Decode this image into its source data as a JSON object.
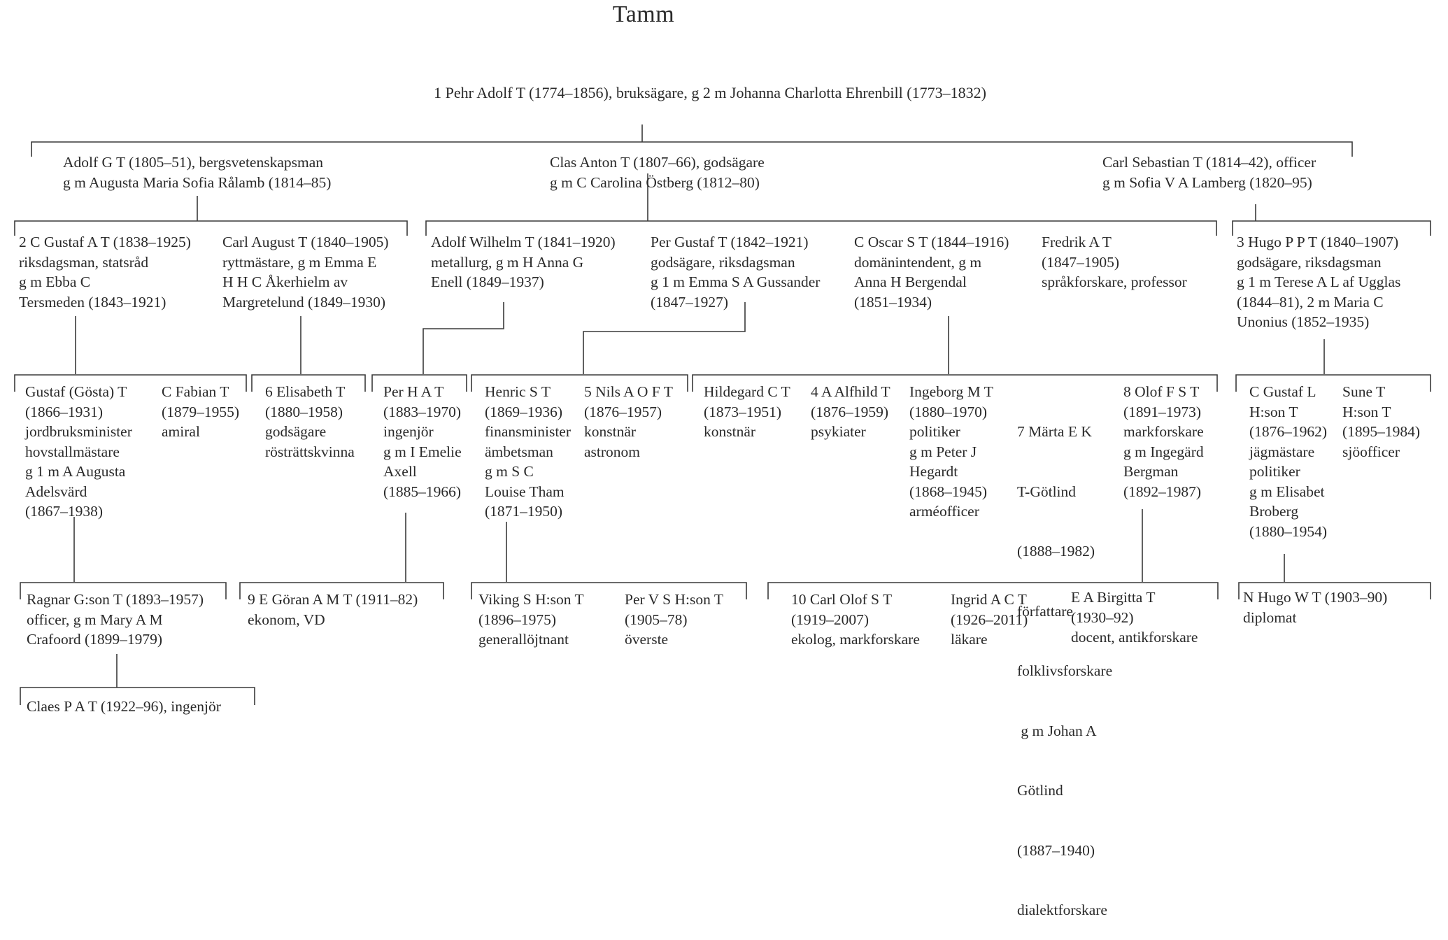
{
  "title": "Tamm",
  "root": "1 Pehr Adolf T (1774–1856), bruksägare, g 2 m Johanna Charlotta Ehrenbill (1773–1832)",
  "gen1": [
    {
      "id": "adolf-g",
      "lines": [
        "Adolf G T (1805–51), bergsvetenskapsman",
        "g m Augusta Maria Sofia Rålamb (1814–85)"
      ]
    },
    {
      "id": "clas-anton",
      "lines": [
        "Clas Anton T (1807–66), godsägare",
        "g m C Carolina Östberg (1812–80)"
      ]
    },
    {
      "id": "carl-sebastian",
      "lines": [
        "Carl Sebastian T (1814–42), officer",
        "g m Sofia V A Lamberg (1820–95)"
      ]
    }
  ],
  "gen2": [
    {
      "id": "c-gustaf-a",
      "lines": [
        "2 C Gustaf A T (1838–1925)",
        "riksdagsman, statsråd",
        "g m Ebba C",
        "Tersmeden (1843–1921)"
      ]
    },
    {
      "id": "carl-august",
      "lines": [
        "Carl August T (1840–1905)",
        "ryttmästare, g m Emma E",
        "H H C Åkerhielm av",
        "Margretelund (1849–1930)"
      ]
    },
    {
      "id": "adolf-wilhelm",
      "lines": [
        "Adolf Wilhelm T (1841–1920)",
        "metallurg, g m H Anna G",
        "Enell (1849–1937)"
      ]
    },
    {
      "id": "per-gustaf",
      "lines": [
        "Per Gustaf T (1842–1921)",
        "godsägare, riksdagsman",
        "g 1 m Emma S A Gussander",
        "(1847–1927)"
      ]
    },
    {
      "id": "c-oscar-s",
      "lines": [
        "C Oscar S T (1844–1916)",
        "domänintendent, g m",
        "Anna H Bergendal",
        "(1851–1934)"
      ]
    },
    {
      "id": "fredrik-a",
      "lines": [
        "Fredrik A T",
        "(1847–1905)",
        "språkforskare, professor"
      ]
    },
    {
      "id": "hugo-p-p",
      "lines": [
        "3 Hugo P P T (1840–1907)",
        "godsägare, riksdagsman",
        "g 1 m Terese A L af Ugglas",
        "(1844–81), 2 m Maria C",
        "Unonius (1852–1935)"
      ]
    }
  ],
  "gen3": [
    {
      "id": "gustaf-gosta",
      "lines": [
        "Gustaf (Gösta) T",
        "(1866–1931)",
        "jordbruksminister",
        "hovstallmästare",
        "g 1 m A Augusta",
        "Adelsvärd",
        "(1867–1938)"
      ]
    },
    {
      "id": "c-fabian",
      "lines": [
        "C Fabian T",
        "(1879–1955)",
        "amiral"
      ]
    },
    {
      "id": "elisabeth",
      "lines": [
        "6 Elisabeth T",
        "(1880–1958)",
        "godsägare",
        "rösträttskvinna"
      ]
    },
    {
      "id": "per-h-a",
      "lines": [
        "Per H A T",
        "(1883–1970)",
        "ingenjör",
        "g m I Emelie",
        "Axell",
        "(1885–1966)"
      ]
    },
    {
      "id": "henric-s",
      "lines": [
        "Henric S T",
        "(1869–1936)",
        "finansminister",
        "ämbetsman",
        "g m S C",
        "Louise Tham",
        "(1871–1950)"
      ]
    },
    {
      "id": "nils-a-o-f",
      "lines": [
        "5 Nils A O F T",
        "(1876–1957)",
        "konstnär",
        "astronom"
      ]
    },
    {
      "id": "hildegard-c",
      "lines": [
        "Hildegard C T",
        "(1873–1951)",
        "konstnär"
      ]
    },
    {
      "id": "alfhild",
      "lines": [
        "4 A Alfhild T",
        "(1876–1959)",
        "psykiater"
      ]
    },
    {
      "id": "ingeborg-m",
      "lines": [
        "Ingeborg M T",
        "(1880–1970)",
        "politiker",
        "g m Peter J",
        "Hegardt",
        "(1868–1945)",
        "arméofficer"
      ]
    },
    {
      "id": "marta-e-k",
      "lines": [
        "7 Märta E K",
        "T-Götlind",
        "(1888–1982)",
        "författare",
        "folklivsforskare",
        " g m Johan A",
        "Götlind",
        "(1887–1940)",
        "dialektforskare"
      ]
    },
    {
      "id": "olof-f-s",
      "lines": [
        "8 Olof F S T",
        "(1891–1973)",
        "markforskare",
        "g m Ingegärd",
        "Bergman",
        "(1892–1987)"
      ]
    },
    {
      "id": "c-gustaf-l",
      "lines": [
        "C Gustaf L",
        "H:son T",
        "(1876–1962)",
        "jägmästare",
        "politiker",
        "g m Elisabet",
        "Broberg",
        "(1880–1954)"
      ]
    },
    {
      "id": "sune",
      "lines": [
        "Sune T",
        "H:son T",
        "(1895–1984)",
        "sjöofficer"
      ]
    }
  ],
  "gen4": [
    {
      "id": "ragnar",
      "lines": [
        "Ragnar G:son T (1893–1957)",
        "officer, g m Mary A M",
        "Crafoord (1899–1979)"
      ]
    },
    {
      "id": "goran",
      "lines": [
        "9 E Göran A M T (1911–82)",
        "ekonom, VD"
      ]
    },
    {
      "id": "viking",
      "lines": [
        "Viking S H:son T",
        "(1896–1975)",
        "generallöjtnant"
      ]
    },
    {
      "id": "per-v-s",
      "lines": [
        "Per V S H:son T",
        "(1905–78)",
        "överste"
      ]
    },
    {
      "id": "carl-olof",
      "lines": [
        "10 Carl Olof S T",
        "(1919–2007)",
        "ekolog, markforskare"
      ]
    },
    {
      "id": "ingrid",
      "lines": [
        "Ingrid A C T",
        "(1926–2011)",
        "läkare"
      ]
    },
    {
      "id": "birgitta",
      "lines": [
        "E A Birgitta T",
        "(1930–92)",
        "docent, antikforskare"
      ]
    },
    {
      "id": "n-hugo",
      "lines": [
        "N Hugo W T (1903–90)",
        "diplomat"
      ]
    }
  ],
  "gen5": [
    {
      "id": "claes",
      "lines": [
        "Claes P A T (1922–96), ingenjör"
      ]
    }
  ]
}
